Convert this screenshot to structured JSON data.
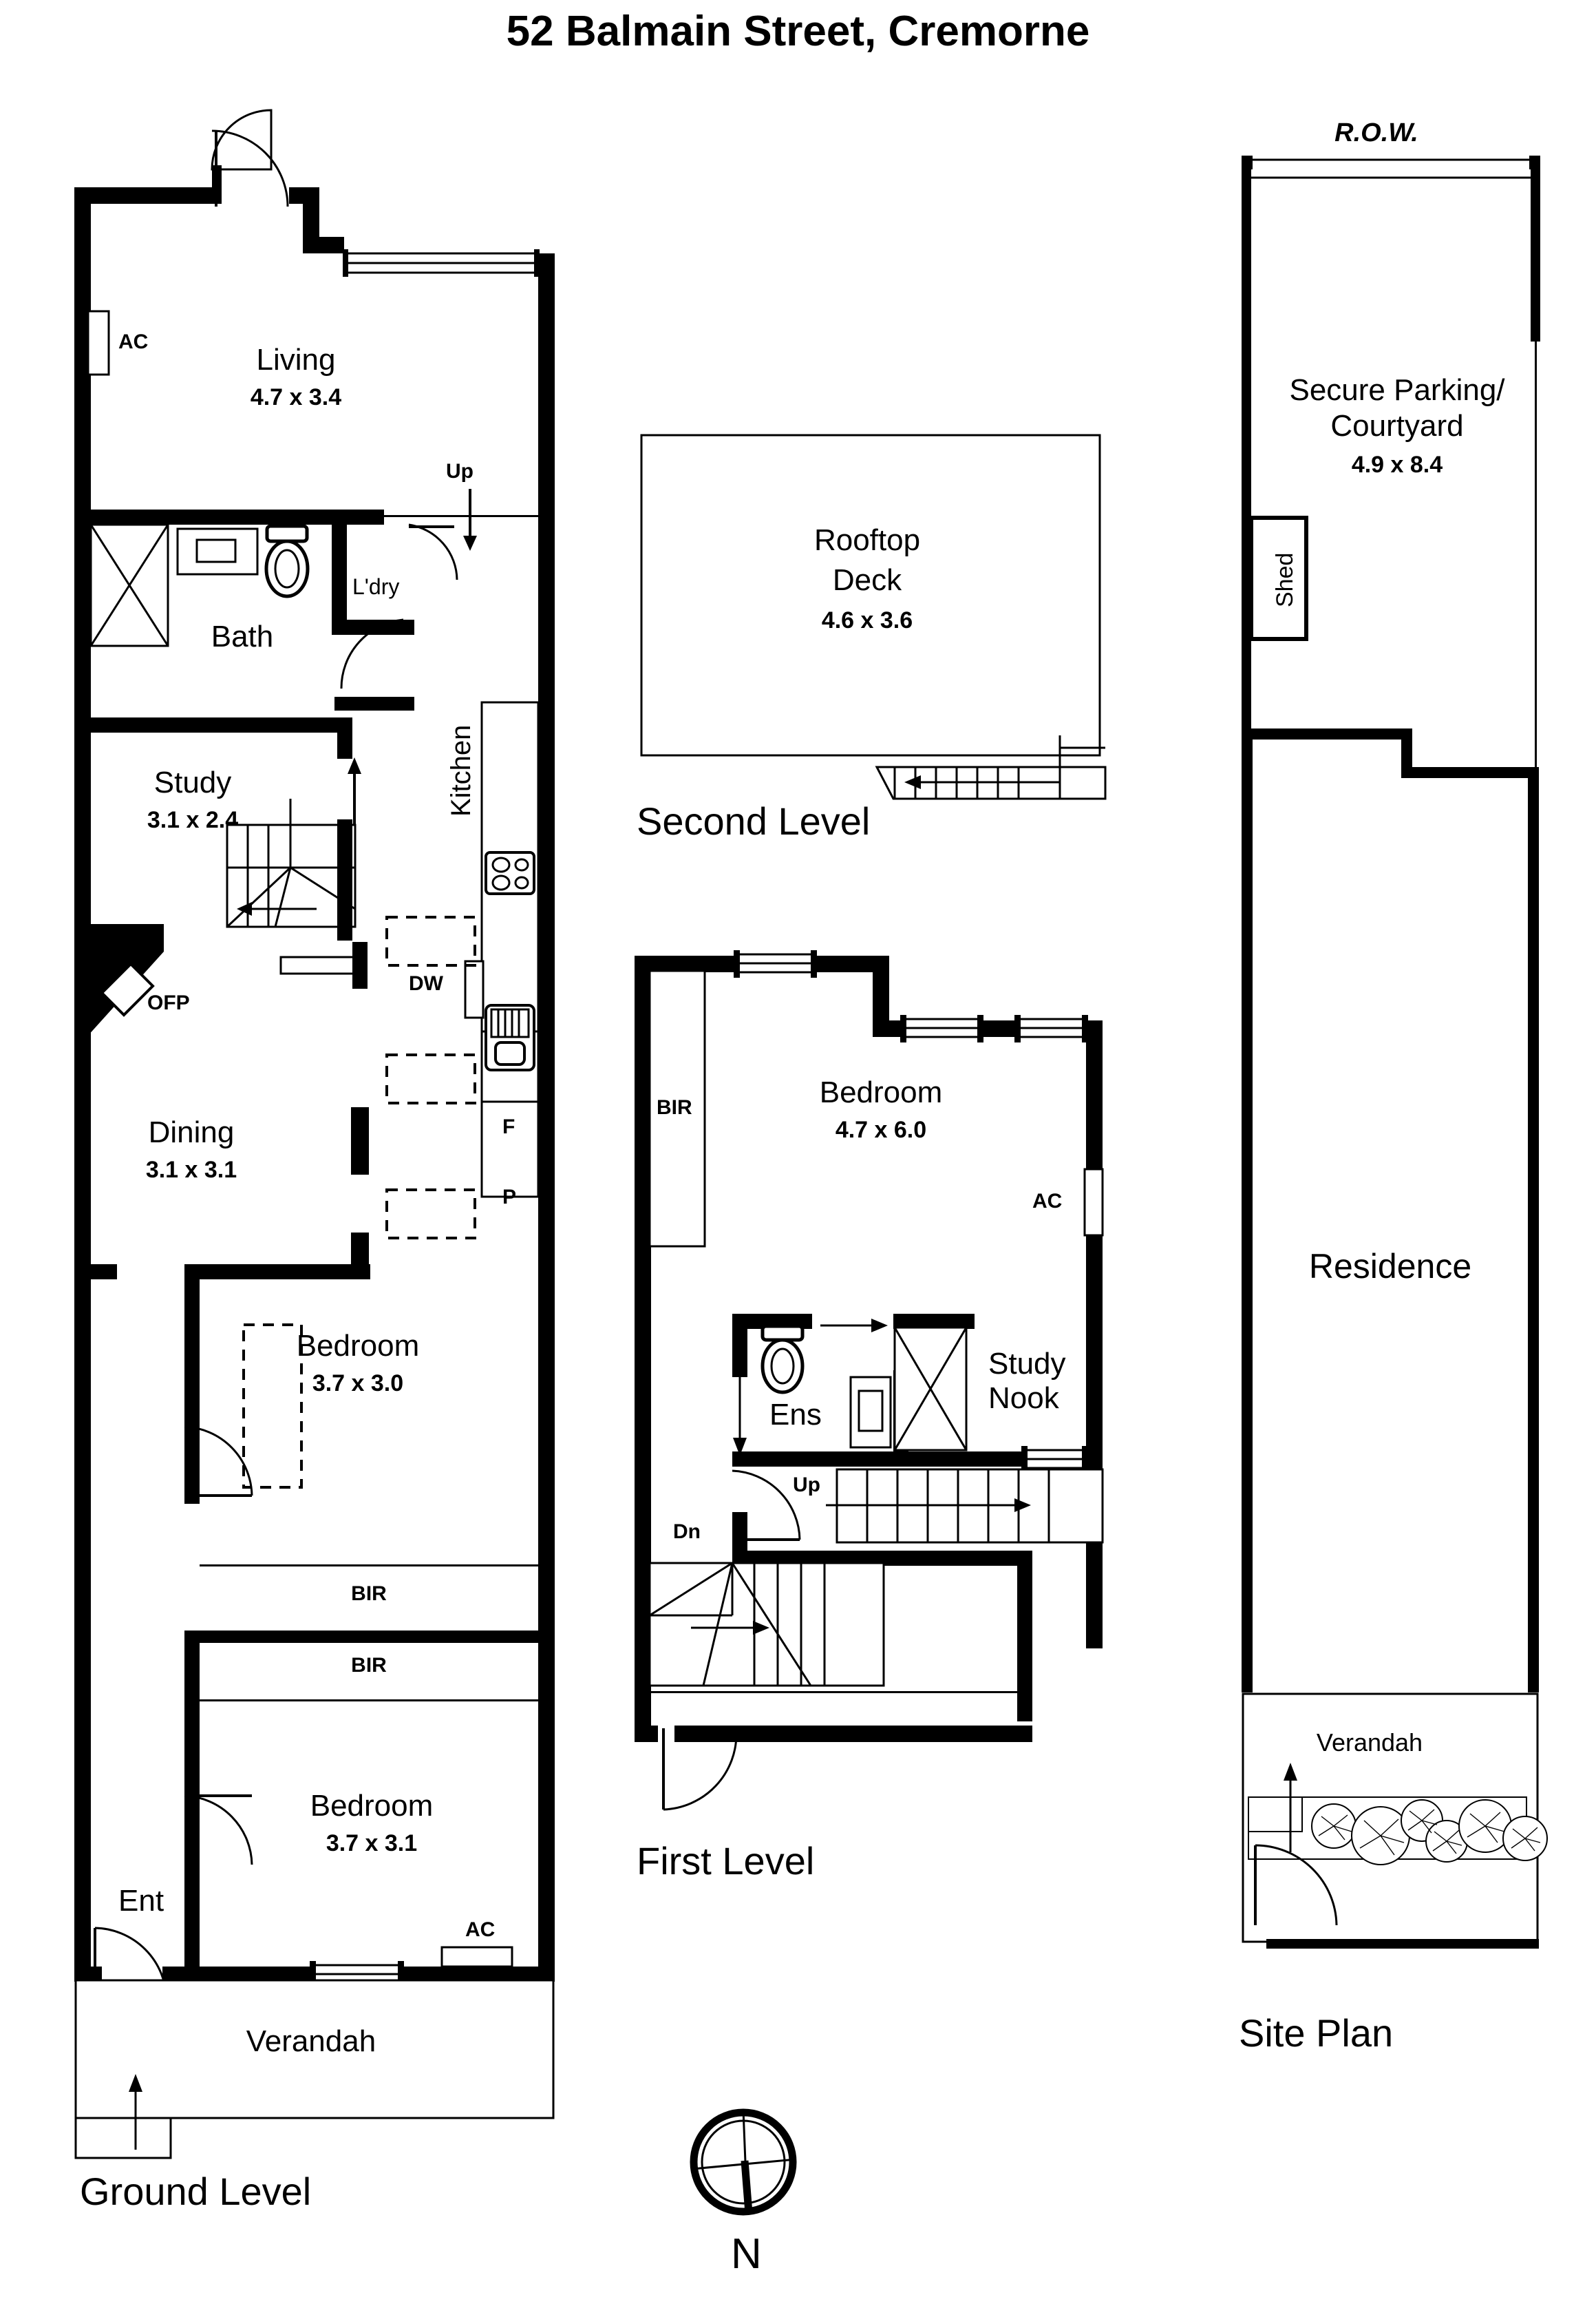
{
  "title": "52 Balmain Street, Cremorne",
  "levels": {
    "ground": {
      "label": "Ground Level",
      "rooms": [
        {
          "name": "Living",
          "dim": "4.7 x 3.4"
        },
        {
          "name": "Bath",
          "dim": ""
        },
        {
          "name": "Study",
          "dim": "3.1 x 2.4"
        },
        {
          "name": "Dining",
          "dim": "3.1 x 3.1"
        },
        {
          "name": "Bedroom",
          "dim": "3.7 x 3.0"
        },
        {
          "name": "Bedroom",
          "dim": "3.7 x 3.1"
        },
        {
          "name": "Kitchen",
          "dim": ""
        },
        {
          "name": "Verandah",
          "dim": ""
        }
      ],
      "annotations": {
        "ac_living": "AC",
        "ac_bedroom": "AC",
        "laundry": "L'dry",
        "up": "Up",
        "ofp": "OFP",
        "dishwasher": "DW",
        "fridge": "F",
        "pantry": "P",
        "bir_upper": "BIR",
        "bir_lower": "BIR",
        "entry": "Ent",
        "kitchen": "Kitchen",
        "verandah": "Verandah"
      }
    },
    "first": {
      "label": "First Level",
      "rooms": [
        {
          "name": "Bedroom",
          "dim": "4.7 x 6.0"
        },
        {
          "name": "Study Nook",
          "dim": ""
        },
        {
          "name": "Ens",
          "dim": ""
        }
      ],
      "annotations": {
        "bir": "BIR",
        "ac": "AC",
        "ensuite": "Ens",
        "study_nook_line1": "Study",
        "study_nook_line2": "Nook",
        "up": "Up",
        "down": "Dn"
      }
    },
    "second": {
      "label": "Second Level",
      "rooms": [
        {
          "name_line1": "Rooftop",
          "name_line2": "Deck",
          "dim": "4.6 x 3.6"
        }
      ]
    },
    "site": {
      "label": "Site Plan",
      "row": "R.O.W.",
      "parking_line1": "Secure Parking/",
      "parking_line2": "Courtyard",
      "parking_dim": "4.9 x 8.4",
      "shed": "Shed",
      "residence": "Residence",
      "verandah": "Verandah"
    }
  },
  "compass": {
    "north_label": "N"
  },
  "colors": {
    "wall": "#000000",
    "background": "#ffffff",
    "line": "#000000"
  }
}
